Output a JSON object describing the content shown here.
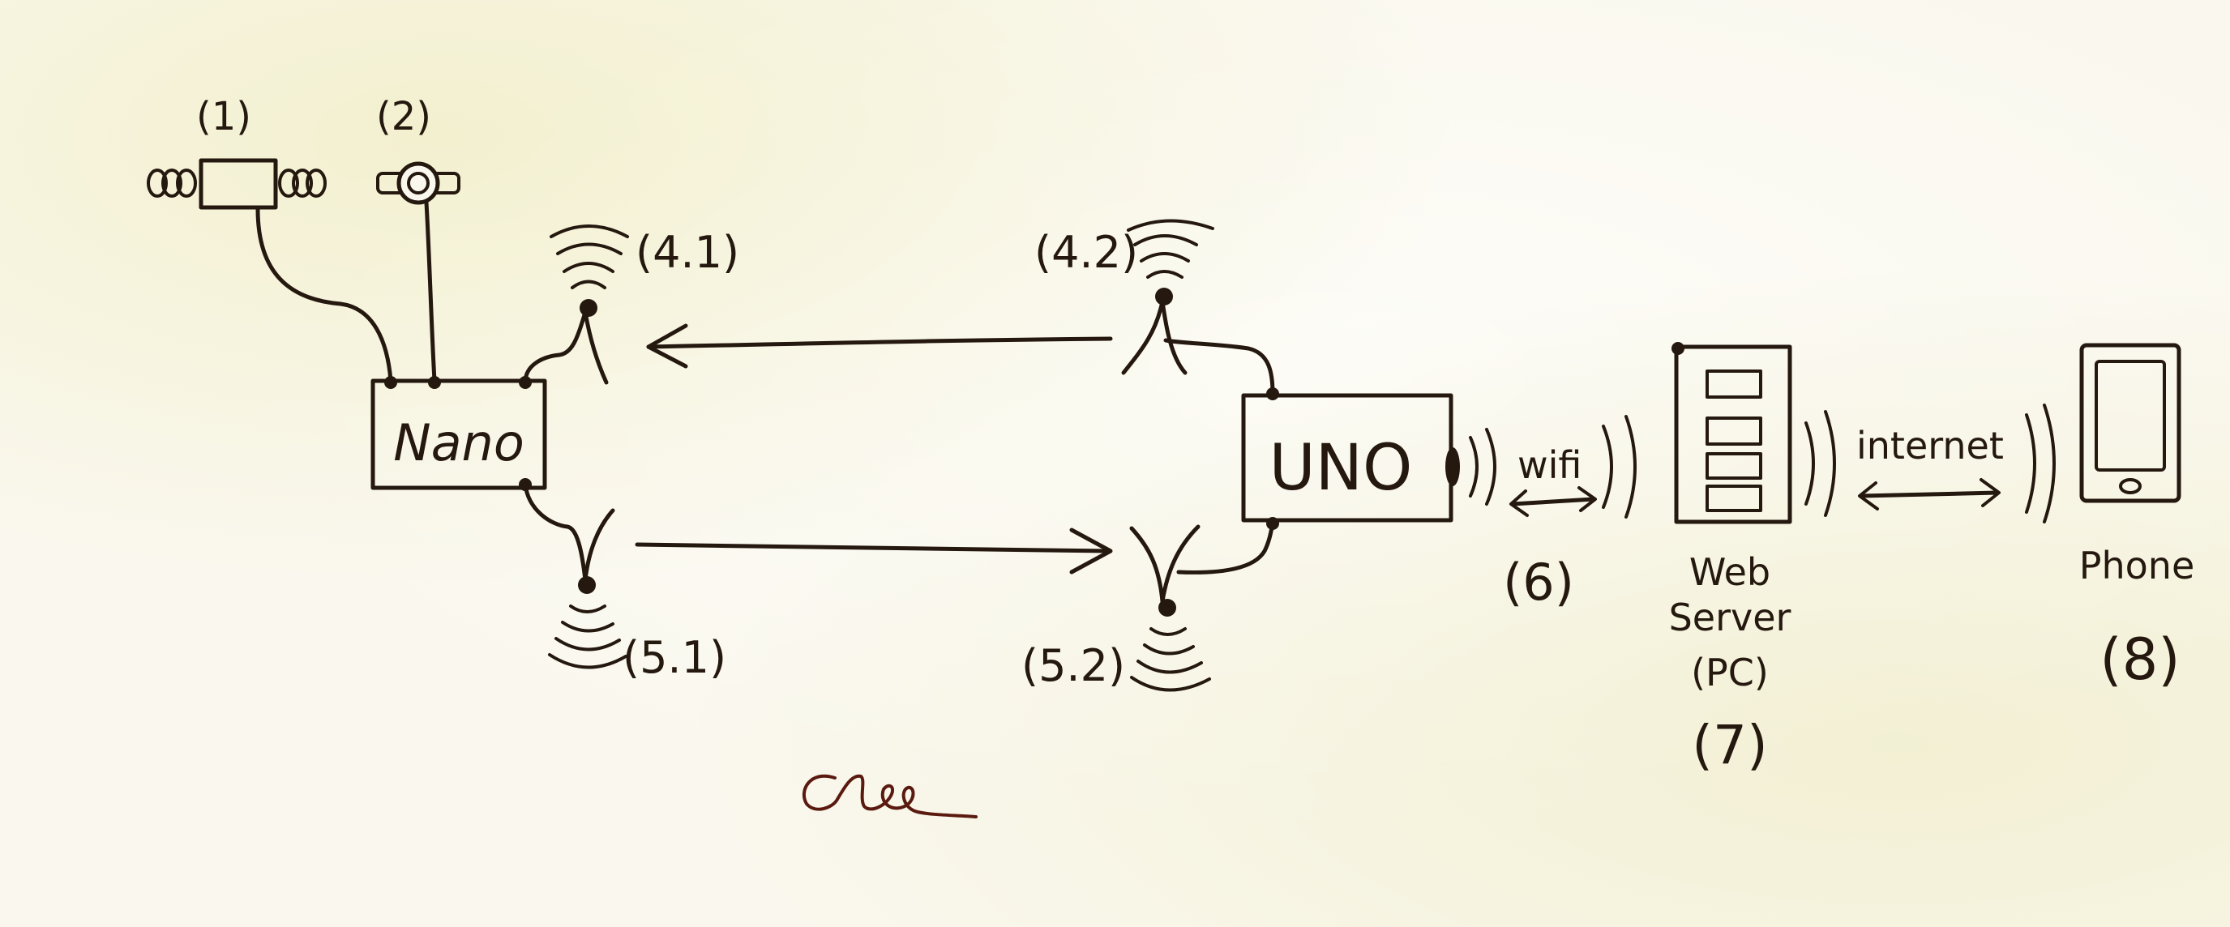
{
  "labels": {
    "sensor1": "(1)",
    "sensor2": "(2)",
    "tx_nano": "(4.1)",
    "tx_uno": "(4.2)",
    "rx_nano": "(5.1)",
    "rx_uno": "(5.2)",
    "wifi_num": "(6)",
    "server_num": "(7)",
    "phone_num": "(8)"
  },
  "devices": {
    "nano": "Nano",
    "uno": "UNO",
    "server_line1": "Web",
    "server_line2": "Server",
    "server_line3": "(PC)",
    "phone": "Phone"
  },
  "links": {
    "wifi": "wifi",
    "internet": "internet"
  },
  "signature": "cee",
  "colors": {
    "ink": "#24180f",
    "paper": "#faf8ee",
    "signature": "#5a1a10"
  }
}
